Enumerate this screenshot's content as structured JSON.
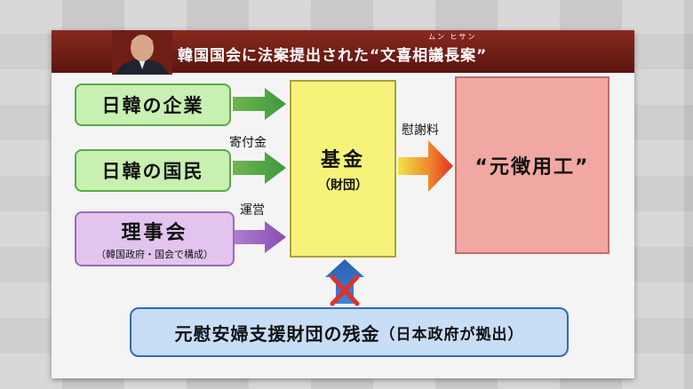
{
  "header": {
    "title": "韓国国会に法案提出された“文喜相議長案”",
    "ruby": "ムン ヒサン"
  },
  "diagram": {
    "sources": [
      {
        "label": "日韓の企業"
      },
      {
        "label": "日韓の国民"
      }
    ],
    "board_member": {
      "label": "理事会",
      "sub": "（韓国政府・国会で構成）"
    },
    "edge_labels": {
      "donation": "寄付金",
      "operation": "運営",
      "consolation": "慰謝料"
    },
    "fund": {
      "label": "基金",
      "sub": "（財団）"
    },
    "target": {
      "label": "“元徴用工”"
    },
    "leftover": {
      "label": "元慰安婦支援財団の残金",
      "sub": "（日本政府が拠出）"
    }
  },
  "colors": {
    "header": "#7a2218",
    "green_box": "#c8f0b0",
    "purple_box": "#e2c4ef",
    "fund_box": "#f7f37a",
    "worker_box": "#f2a8a2",
    "bottom_box": "#c8ddf6",
    "cross": "#e0322a"
  }
}
